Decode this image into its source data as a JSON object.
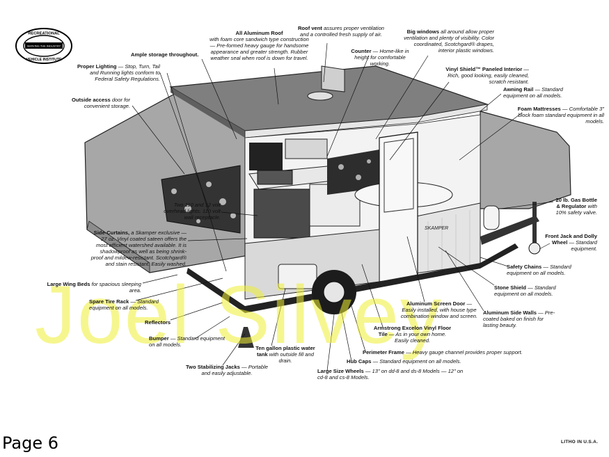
{
  "logo": {
    "top_text": "RECREATIONAL",
    "middle_text": "SERVING THE INDUSTRY",
    "bottom_text": "VEHICLE INSTITUTE"
  },
  "brand_on_trailer": "SKAMPER",
  "watermark": "Joel Silvey",
  "footer": {
    "page_label": "Page 6",
    "litho": "LITHO IN U.S.A."
  },
  "callouts": {
    "roof_vent": {
      "title": "Roof vent",
      "text": "assures proper ventilation and a controlled fresh supply of air."
    },
    "aluminum_roof": {
      "title": "All Aluminum Roof",
      "text": "with foam core sandwich type construction — Pre-formed heavy gauge for handsome appearance and greater strength. Rubber weather seal when roof is down for travel."
    },
    "big_windows": {
      "title": "Big windows",
      "text": "all around allow proper ventilation and plenty of visibility. Color coordinated, Scotchgard® drapes, interior plastic windows."
    },
    "ample_storage": {
      "title": "Ample storage throughout.",
      "text": ""
    },
    "counter": {
      "title": "Counter",
      "text": "— Home-like in height for comfortable working."
    },
    "proper_lighting": {
      "title": "Proper Lighting",
      "text": "— Stop, Turn, Tail and Running lights conform to Federal Safety Regulations."
    },
    "vinyl_shield": {
      "title": "Vinyl Shield™ Paneled Interior",
      "text": "— Rich, good looking, easily cleaned, scratch resistant."
    },
    "awning_rail": {
      "title": "Awning Rail",
      "text": "— Standard equipment on all models."
    },
    "outside_access": {
      "title": "Outside access",
      "text": "door for convenient storage."
    },
    "foam_mattresses": {
      "title": "Foam Mattresses",
      "text": "— Comfortable 3\" block foam standard equipment in all models."
    },
    "lights": {
      "title": "",
      "text": "Two 110 and 12 volt overhead lights. 110 volt wall receptacle."
    },
    "gas_bottle": {
      "title": "20 lb. Gas Bottle & Regulator",
      "text": "with 10% safety valve."
    },
    "side_curtains": {
      "title": "Side-Curtains,",
      "text": "a Skamper exclusive — 27 oz. Vinyl coated sateen offers the most efficient watershed available. It is shadowproof as well as being shrink-proof and mildew-resistant. Scotchgard® and stain resistant. Easily washed."
    },
    "front_jack": {
      "title": "Front Jack and Dolly Wheel",
      "text": "— Standard equipment."
    },
    "safety_chains": {
      "title": "Safety Chains",
      "text": "— Standard equipment on all models."
    },
    "wing_beds": {
      "title": "Large Wing Beds",
      "text": "for spacious sleeping area."
    },
    "stone_shield": {
      "title": "Stone Shield",
      "text": "— Standard equipment on all models."
    },
    "spare_tire": {
      "title": "Spare Tire Rack",
      "text": "— Standard equipment on all models."
    },
    "screen_door": {
      "title": "Aluminum Screen Door",
      "text": "— Easily installed, with house type combination window and screen."
    },
    "side_walls": {
      "title": "Aluminum Side Walls",
      "text": "— Pre-coated baked on finish for lasting beauty."
    },
    "reflectors": {
      "title": "Reflectors",
      "text": ""
    },
    "floor_tile": {
      "title": "Armstrong Excelon Vinyl Floor Tile",
      "text": "— As in your own home. Easily cleaned."
    },
    "bumper": {
      "title": "Bumper",
      "text": "— Standard equipment on all models."
    },
    "perimeter_frame": {
      "title": "Perimeter Frame",
      "text": "— Heavy gauge channel provides proper support."
    },
    "water_tank": {
      "title": "Ten gallon plastic water tank",
      "text": "with outside fill and drain."
    },
    "hub_caps": {
      "title": "Hub Caps",
      "text": "— Standard equipment on all models."
    },
    "stabilizing_jacks": {
      "title": "Two Stabilizing Jacks",
      "text": "— Portable and easily adjustable."
    },
    "wheels": {
      "title": "Large Size Wheels",
      "text": "— 13\" on dd-8 and ds-8 Models — 12\" on cd-8 and cs-8 Models."
    }
  },
  "colors": {
    "ink": "#111111",
    "paper": "#ffffff",
    "watermark": "#f0ef35",
    "canvas_gray": "#9a9a9a",
    "roof_gray": "#7f7f7f"
  }
}
